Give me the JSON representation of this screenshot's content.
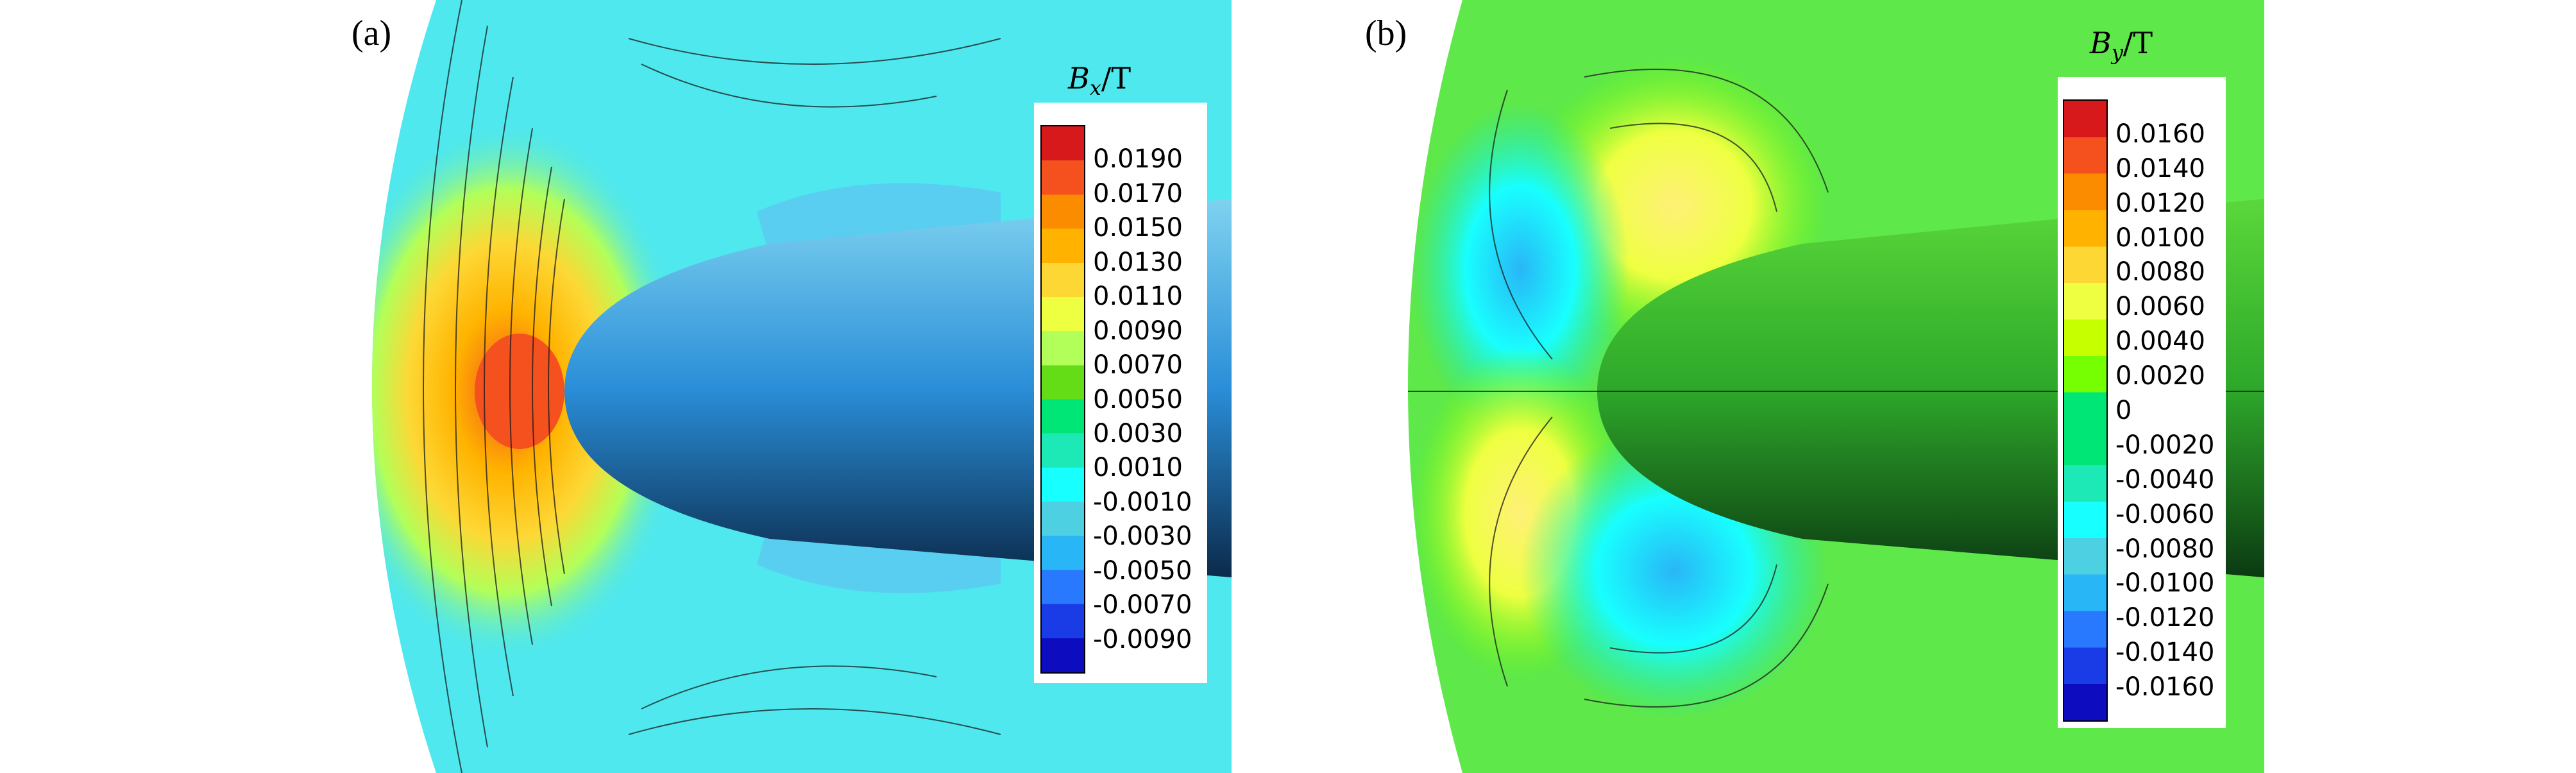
{
  "panels": [
    {
      "label": "(a)",
      "colorbar": {
        "symbol": "B",
        "subscript": "x",
        "unit": "/T",
        "ticks": [
          "0.0190",
          "0.0170",
          "0.0150",
          "0.0130",
          "0.0110",
          "0.0090",
          "0.0070",
          "0.0050",
          "0.0030",
          "0.0010",
          "-0.0010",
          "-0.0030",
          "-0.0050",
          "-0.0070",
          "-0.0090"
        ],
        "colors": [
          "#d7191c",
          "#f4511e",
          "#fb8c00",
          "#ffb300",
          "#fdd835",
          "#eeff41",
          "#b2ff59",
          "#64dd17",
          "#00e676",
          "#1de9b6",
          "#18ffff",
          "#4dd0e1",
          "#29b6f6",
          "#2979ff",
          "#1a3ce6",
          "#0d0dbf"
        ]
      }
    },
    {
      "label": "(b)",
      "colorbar": {
        "symbol": "B",
        "subscript": "y",
        "unit": "/T",
        "ticks": [
          "0.0160",
          "0.0140",
          "0.0120",
          "0.0100",
          "0.0080",
          "0.0060",
          "0.0040",
          "0.0020",
          "0",
          "-0.0020",
          "-0.0040",
          "-0.0060",
          "-0.0080",
          "-0.0100",
          "-0.0120",
          "-0.0140",
          "-0.0160"
        ],
        "colors": [
          "#d7191c",
          "#f4511e",
          "#fb8c00",
          "#ffb300",
          "#fdd835",
          "#eeff41",
          "#c6ff00",
          "#76ff03",
          "#00e676",
          "#00e676",
          "#1de9b6",
          "#18ffff",
          "#4dd0e1",
          "#29b6f6",
          "#2979ff",
          "#1a3ce6",
          "#0d0dbf"
        ]
      }
    }
  ]
}
